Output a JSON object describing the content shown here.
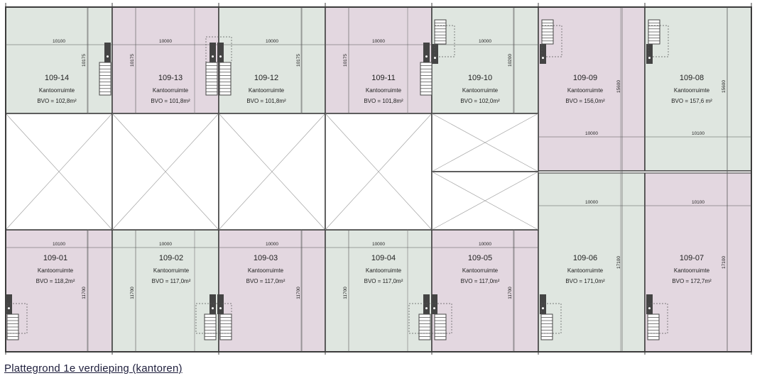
{
  "caption": "Plattegrond 1e verdieping (kantoren)",
  "colors": {
    "green": "#dfe6e0",
    "purple": "#e3d7e0",
    "wall": "#3c3c3c",
    "stair": "#444444"
  },
  "units": [
    {
      "id": "109-14",
      "type": "Kantoorruimte",
      "bvo": "BVO = 102,8m²",
      "fill": "green",
      "dim_h": "10100",
      "dim_v": "10175"
    },
    {
      "id": "109-13",
      "type": "Kantoorruimte",
      "bvo": "BVO = 101,8m²",
      "fill": "purple",
      "dim_h": "10000",
      "dim_v": "10175"
    },
    {
      "id": "109-12",
      "type": "Kantoorruimte",
      "bvo": "BVO = 101,8m²",
      "fill": "green",
      "dim_h": "10000",
      "dim_v": "10175"
    },
    {
      "id": "109-11",
      "type": "Kantoorruimte",
      "bvo": "BVO = 101,8m²",
      "fill": "purple",
      "dim_h": "10000",
      "dim_v": "10175"
    },
    {
      "id": "109-10",
      "type": "Kantoorruimte",
      "bvo": "BVO = 102,0m²",
      "fill": "green",
      "dim_h": "10000",
      "dim_v": "10200"
    },
    {
      "id": "109-09",
      "type": "Kantoorruimte",
      "bvo": "BVO = 156,0m²",
      "fill": "purple",
      "dim_h": "10000",
      "dim_v": "15600"
    },
    {
      "id": "109-08",
      "type": "Kantoorruimte",
      "bvo": "BVO = 157,6 m²",
      "fill": "green",
      "dim_h": "10100",
      "dim_v": "15600"
    },
    {
      "id": "109-01",
      "type": "Kantoorruimte",
      "bvo": "BVO = 118,2m²",
      "fill": "purple",
      "dim_h": "10100",
      "dim_v": "11700"
    },
    {
      "id": "109-02",
      "type": "Kantoorruimte",
      "bvo": "BVO = 117,0m²",
      "fill": "green",
      "dim_h": "10000",
      "dim_v": "11700"
    },
    {
      "id": "109-03",
      "type": "Kantoorruimte",
      "bvo": "BVO = 117,0m²",
      "fill": "purple",
      "dim_h": "10000",
      "dim_v": "11700"
    },
    {
      "id": "109-04",
      "type": "Kantoorruimte",
      "bvo": "BVO = 117,0m²",
      "fill": "green",
      "dim_h": "10000",
      "dim_v": "11700"
    },
    {
      "id": "109-05",
      "type": "Kantoorruimte",
      "bvo": "BVO = 117,0m²",
      "fill": "purple",
      "dim_h": "10000",
      "dim_v": "11700"
    },
    {
      "id": "109-06",
      "type": "Kantoorruimte",
      "bvo": "BVO = 171,0m²",
      "fill": "green",
      "dim_h": "10000",
      "dim_v": "17100"
    },
    {
      "id": "109-07",
      "type": "Kantoorruimte",
      "bvo": "BVO = 172,7m²",
      "fill": "purple",
      "dim_h": "10100",
      "dim_v": "17100"
    }
  ]
}
